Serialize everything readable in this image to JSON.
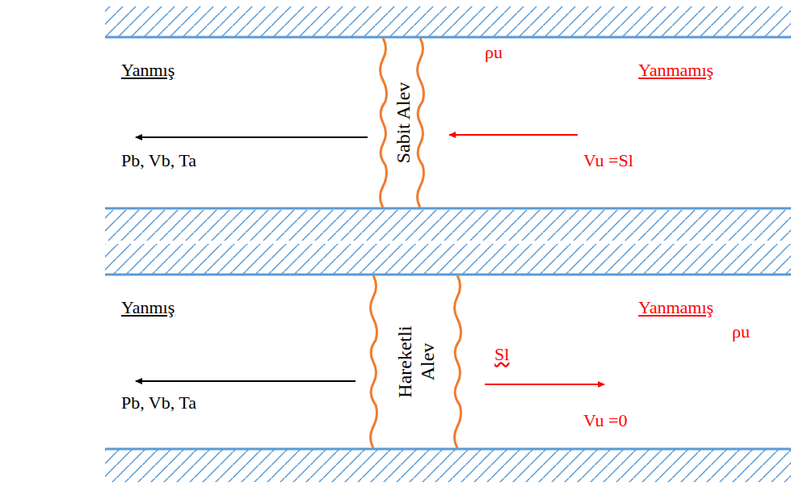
{
  "diagram": {
    "nodes": [
      {
        "text": [
          "Sabit Alev"
        ]
      },
      {
        "text": [
          "Hareketli Alev"
        ]
      }
    ],
    "labels": [
      "Yanmış",
      "ρu",
      "Yanmamış",
      "Pb, Vb, Ta",
      "Vu =Sl",
      "Yanmış",
      "Sl",
      "Yanmamış",
      "ρu",
      "Pb, Vb, Ta",
      "Vu =0"
    ]
  }
}
